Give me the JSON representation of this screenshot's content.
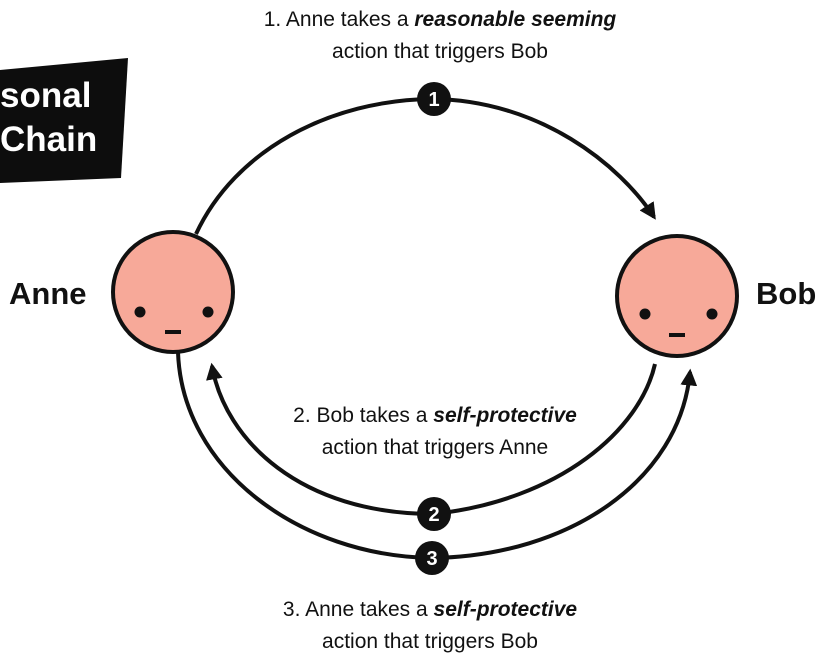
{
  "title_fragment": {
    "line1": "sonal",
    "line2": "Chain"
  },
  "people": {
    "left": "Anne",
    "right": "Bob"
  },
  "steps": [
    {
      "number": "1",
      "prefix": "1. Anne takes a ",
      "emphasis": "reasonable seeming",
      "rest": "action that triggers Bob"
    },
    {
      "number": "2",
      "prefix": "2. Bob takes a ",
      "emphasis": "self-protective",
      "rest": "action that triggers Anne"
    },
    {
      "number": "3",
      "prefix": "3. Anne takes a ",
      "emphasis": "self-protective",
      "rest": "action that triggers Bob"
    }
  ],
  "colors": {
    "face": "#f7a999",
    "ink": "#111111",
    "tag_bg": "#0d0d0d"
  }
}
